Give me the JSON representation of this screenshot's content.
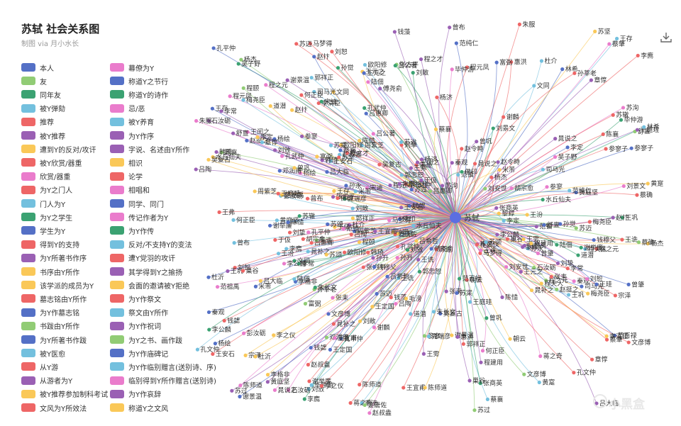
{
  "header": {
    "title": "苏轼 社会关系图",
    "subtitle": "制图 via 月小水长"
  },
  "toolbar": {
    "download_icon": "download-icon"
  },
  "watermark": {
    "text": "小黑盒",
    "icon": "game-controller-icon"
  },
  "center": {
    "name": "苏轼",
    "color": "#5b6ee1"
  },
  "legend": {
    "col1": [
      {
        "label": "本人",
        "color": "#5470c6"
      },
      {
        "label": "友",
        "color": "#91cc75"
      },
      {
        "label": "同年友",
        "color": "#3ba272"
      },
      {
        "label": "被Y弹劾",
        "color": "#73c0de"
      },
      {
        "label": "推荐",
        "color": "#ee6666"
      },
      {
        "label": "被Y推荐",
        "color": "#9a60b4"
      },
      {
        "label": "遭到Y的反对/攻讦",
        "color": "#fac858"
      },
      {
        "label": "被Y欣赏/器重",
        "color": "#ee6666"
      },
      {
        "label": "欣赏/器重",
        "color": "#ea7ccc"
      },
      {
        "label": "为Y之门人",
        "color": "#ee6666"
      },
      {
        "label": "门人为Y",
        "color": "#73c0de"
      },
      {
        "label": "为Y之学生",
        "color": "#3ba272"
      },
      {
        "label": "学生为Y",
        "color": "#5470c6"
      },
      {
        "label": "得到Y的支持",
        "color": "#ee6666"
      },
      {
        "label": "为Y所著书作序",
        "color": "#9a60b4"
      },
      {
        "label": "书序由Y所作",
        "color": "#fac858"
      },
      {
        "label": "该学派的成员为Y",
        "color": "#fac858"
      },
      {
        "label": "墓志铭由Y所作",
        "color": "#ee6666"
      },
      {
        "label": "为Y作墓志铭",
        "color": "#5470c6"
      },
      {
        "label": "书跋由Y所作",
        "color": "#91cc75"
      },
      {
        "label": "为Y所著书作跋",
        "color": "#5470c6"
      },
      {
        "label": "被Y医愈",
        "color": "#73c0de"
      },
      {
        "label": "从Y游",
        "color": "#ee6666"
      },
      {
        "label": "从游者为Y",
        "color": "#9a60b4"
      },
      {
        "label": "被Y推荐参加制科考试",
        "color": "#fac858"
      },
      {
        "label": "文风为Y所效法",
        "color": "#ee6666"
      }
    ],
    "col2": [
      {
        "label": "幕僚为Y",
        "color": "#ea7ccc"
      },
      {
        "label": "称道Y之节行",
        "color": "#5470c6"
      },
      {
        "label": "称道Y的诗作",
        "color": "#3ba272"
      },
      {
        "label": "忌/恶",
        "color": "#ea7ccc"
      },
      {
        "label": "被Y养育",
        "color": "#73c0de"
      },
      {
        "label": "为Y作序",
        "color": "#9a60b4"
      },
      {
        "label": "字说、名述由Y所作",
        "color": "#9a60b4"
      },
      {
        "label": "相识",
        "color": "#fac858"
      },
      {
        "label": "论学",
        "color": "#ee6666"
      },
      {
        "label": "相唱和",
        "color": "#ea7ccc"
      },
      {
        "label": "同学、同门",
        "color": "#5470c6"
      },
      {
        "label": "传记作者为Y",
        "color": "#ea7ccc"
      },
      {
        "label": "为Y作传",
        "color": "#3ba272"
      },
      {
        "label": "反对/不支持Y的变法",
        "color": "#73c0de"
      },
      {
        "label": "遭Y党羽的攻讦",
        "color": "#ee6666"
      },
      {
        "label": "其学得到Y之揄扬",
        "color": "#9a60b4"
      },
      {
        "label": "会面的邀请被Y拒绝",
        "color": "#fac858"
      },
      {
        "label": "为Y作祭文",
        "color": "#ee6666"
      },
      {
        "label": "祭文由Y所作",
        "color": "#73c0de"
      },
      {
        "label": "为Y作祝词",
        "color": "#9a60b4"
      },
      {
        "label": "为Y之书、画作跋",
        "color": "#91cc75"
      },
      {
        "label": "为Y作庙碑记",
        "color": "#5470c6"
      },
      {
        "label": "为Y作临别赠言(送别诗、序)",
        "color": "#73c0de"
      },
      {
        "label": "临别得到Y所作赠言(送别诗)",
        "color": "#ea7ccc"
      },
      {
        "label": "为Y作哀辞",
        "color": "#9a60b4"
      },
      {
        "label": "称道Y之文风",
        "color": "#fac858"
      }
    ]
  },
  "nodes": [
    "谢举廉",
    "石汝砺",
    "文同",
    "王安石",
    "王宜甫",
    "于伋",
    "郭祥正",
    "宋迪",
    "杨绘",
    "马梦得",
    "王巩",
    "水丘仙夫",
    "李格非",
    "刘挚",
    "吕大临",
    "程颐",
    "王存",
    "章惇",
    "苏迈",
    "苏过",
    "周紫芝",
    "赵叔盎",
    "程元凤",
    "王元之",
    "孙觉",
    "程之元",
    "陆佃",
    "黄庭坚",
    "李常",
    "范祖禹",
    "晁补之",
    "张耒",
    "秦观",
    "陈师道",
    "李廌",
    "毕仲游",
    "钱勰",
    "吕陶",
    "曾巩",
    "欧阳修",
    "梅尧臣",
    "韩琦",
    "富弼",
    "文彦博",
    "司马光",
    "范镇",
    "张方平",
    "赵抃",
    "蔡襄",
    "王诜",
    "李公麟",
    "米芾",
    "佛印",
    "参寥",
    "道潜",
    "王庭珪",
    "晁说之",
    "李之仪",
    "孔文仲",
    "孔武仲",
    "孔平仲",
    "刘恕",
    "刘攽",
    "刘敞",
    "吴复古",
    "巢谷",
    "陈慥",
    "杨杰",
    "苏颂",
    "曾布",
    "吕惠卿",
    "舒亶",
    "李定",
    "何正臣",
    "朱服",
    "谢景温",
    "王珪",
    "蔡确",
    "吕公著",
    "范纯仁",
    "苏辙",
    "苏洵",
    "程夫人",
    "王弗",
    "王闰之",
    "朝云",
    "苏迨",
    "刘景文",
    "钱穆父",
    "蒋之奇",
    "张商英",
    "毛滂",
    "苏坚",
    "赵令畤",
    "王定国",
    "陈襄",
    "孙永",
    "杜介",
    "孙莘老",
    "傅尧俞",
    "王汾",
    "胡宗愈",
    "孙升",
    "吕希哲",
    "范百禄",
    "刘安世",
    "晁端彦",
    "王诜",
    "杨济",
    "程建用",
    "宗泽",
    "谢麟",
    "曾肇",
    "蔡肇",
    "朱长文",
    "郭忠恕",
    "参寥子",
    "惠洪",
    "王雱",
    "李清臣",
    "黄寔",
    "钱藻",
    "邓润甫",
    "赵挺之",
    "林希",
    "彭汝砺",
    "程之才",
    "黎錞",
    "杜沂",
    "姜唐佐",
    "吴子野",
    "苏寀"
  ]
}
